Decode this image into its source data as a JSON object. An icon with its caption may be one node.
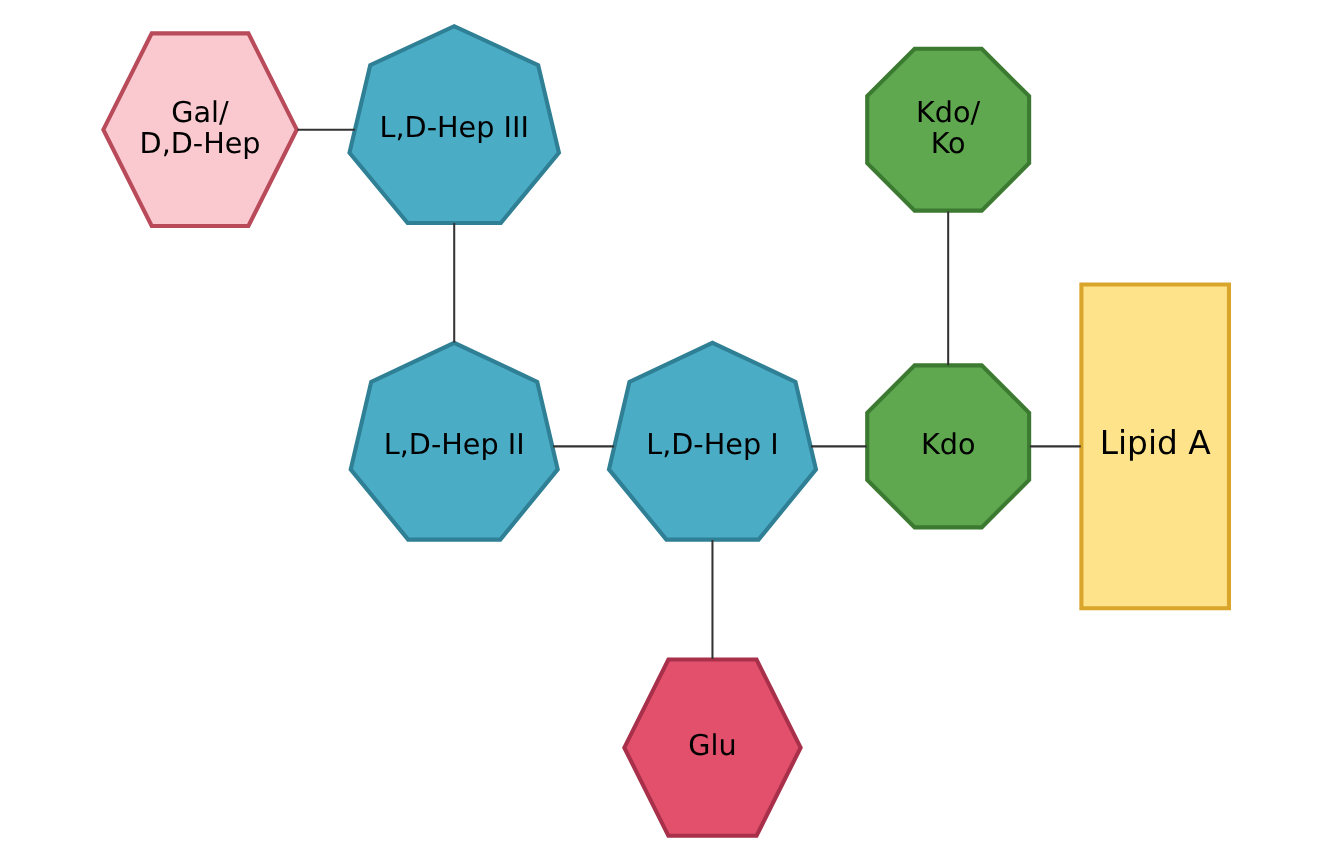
{
  "diagram": {
    "nodes": [
      {
        "text": [
          "Gal/ D,D-Hep"
        ]
      },
      {
        "text": [
          "L,D-Hep III"
        ]
      },
      {
        "text": [
          "Kdo/ Ko"
        ]
      },
      {
        "text": [
          "Lipid A"
        ]
      },
      {
        "text": [
          "L,D-Hep II"
        ]
      },
      {
        "text": [
          "L,D-Hep I"
        ]
      },
      {
        "text": [
          "Kdo"
        ]
      },
      {
        "text": [
          "Glu"
        ]
      }
    ],
    "edges": [
      {
        "from": 0,
        "to": 1,
        "arrow": "none"
      },
      {
        "from": 1,
        "to": 4,
        "arrow": "none"
      },
      {
        "from": 4,
        "to": 5,
        "arrow": "none"
      },
      {
        "from": 5,
        "to": 6,
        "arrow": "none"
      },
      {
        "from": 2,
        "to": 6,
        "arrow": "none"
      },
      {
        "from": 6,
        "to": 3,
        "arrow": "none"
      },
      {
        "from": 5,
        "to": 7,
        "arrow": "none"
      }
    ]
  }
}
